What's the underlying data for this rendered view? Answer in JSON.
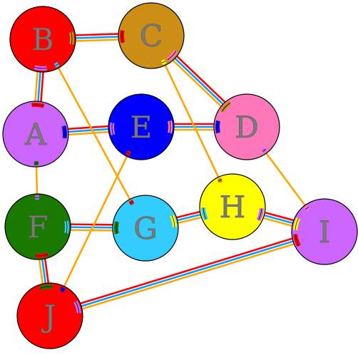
{
  "colors": {
    "red": "#ff0000",
    "blue": "#00a0ff",
    "orange": "#ffa500",
    "outline": "#000000",
    "label": "#7a7a7a"
  },
  "nodes": [
    {
      "id": "B",
      "label": "B",
      "color": "#ff0000"
    },
    {
      "id": "C",
      "label": "C",
      "color": "#cc8e14"
    },
    {
      "id": "A",
      "label": "A",
      "color": "#cc66ff"
    },
    {
      "id": "E",
      "label": "E",
      "color": "#0000ff"
    },
    {
      "id": "D",
      "label": "D",
      "color": "#ff77bb"
    },
    {
      "id": "F",
      "label": "F",
      "color": "#1a7a00"
    },
    {
      "id": "G",
      "label": "G",
      "color": "#33ccff"
    },
    {
      "id": "H",
      "label": "H",
      "color": "#ffff00"
    },
    {
      "id": "I",
      "label": "I",
      "color": "#cc66ff"
    },
    {
      "id": "J",
      "label": "J",
      "color": "#ff0000"
    }
  ],
  "edges": [
    {
      "from": "B",
      "to": "C",
      "style": "triple"
    },
    {
      "from": "B",
      "to": "A",
      "style": "triple"
    },
    {
      "from": "C",
      "to": "D",
      "style": "triple"
    },
    {
      "from": "A",
      "to": "E",
      "style": "triple"
    },
    {
      "from": "E",
      "to": "D",
      "style": "triple"
    },
    {
      "from": "F",
      "to": "G",
      "style": "triple"
    },
    {
      "from": "G",
      "to": "H",
      "style": "triple"
    },
    {
      "from": "H",
      "to": "I",
      "style": "triple"
    },
    {
      "from": "F",
      "to": "J",
      "style": "triple"
    },
    {
      "from": "J",
      "to": "I",
      "style": "triple"
    },
    {
      "from": "B",
      "to": "G",
      "style": "single"
    },
    {
      "from": "C",
      "to": "H",
      "style": "single"
    },
    {
      "from": "D",
      "to": "I",
      "style": "single"
    },
    {
      "from": "A",
      "to": "F",
      "style": "single"
    },
    {
      "from": "E",
      "to": "J",
      "style": "single"
    }
  ]
}
